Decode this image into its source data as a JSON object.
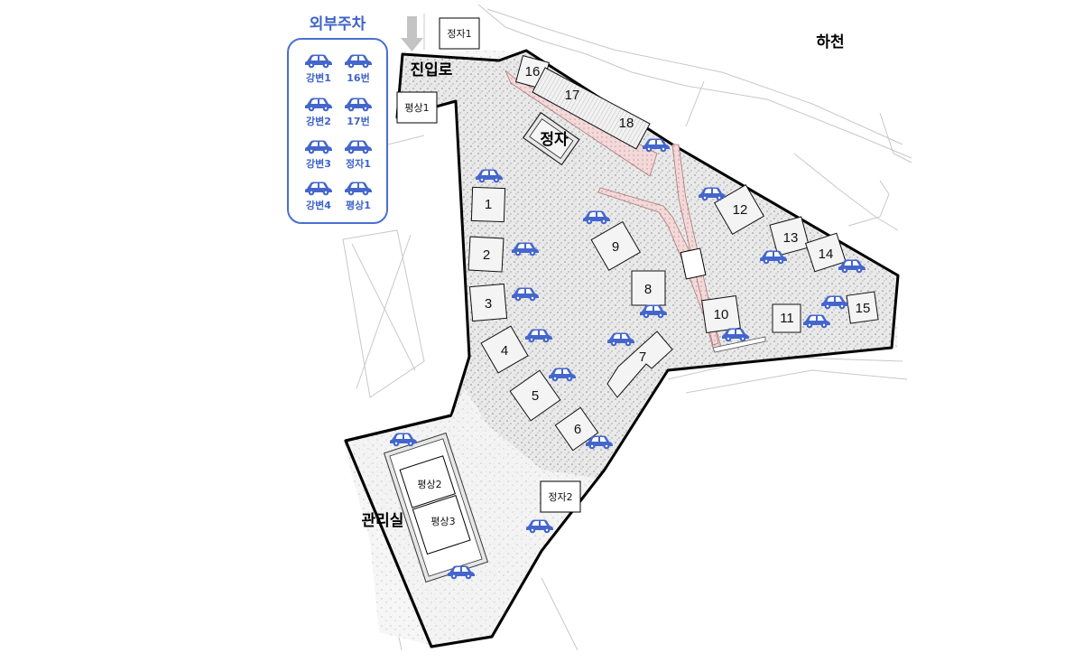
{
  "legend": {
    "title": "외부주차",
    "items": [
      "강변1",
      "16번",
      "강변2",
      "17번",
      "강변3",
      "정자1",
      "강변4",
      "평상1"
    ]
  },
  "labels": {
    "entrance_road": "진입로",
    "river": "하천",
    "pavilion_main": "정자",
    "office": "관리실",
    "pavilion_1": "정자1",
    "pavilion_2": "정자2",
    "platform_1": "평상1",
    "platform_2": "평상2",
    "platform_3": "평상3"
  },
  "sites": [
    "1",
    "2",
    "3",
    "4",
    "5",
    "6",
    "7",
    "8",
    "9",
    "10",
    "11",
    "12",
    "13",
    "14",
    "15",
    "16",
    "17",
    "18"
  ],
  "colors": {
    "car": "#4466cc",
    "legend_accent": "#3e63c9",
    "boundary": "#000000",
    "gravel": "#e4e4e4"
  },
  "icons": {
    "car": "car-icon",
    "arrow": "arrow-down-icon"
  }
}
